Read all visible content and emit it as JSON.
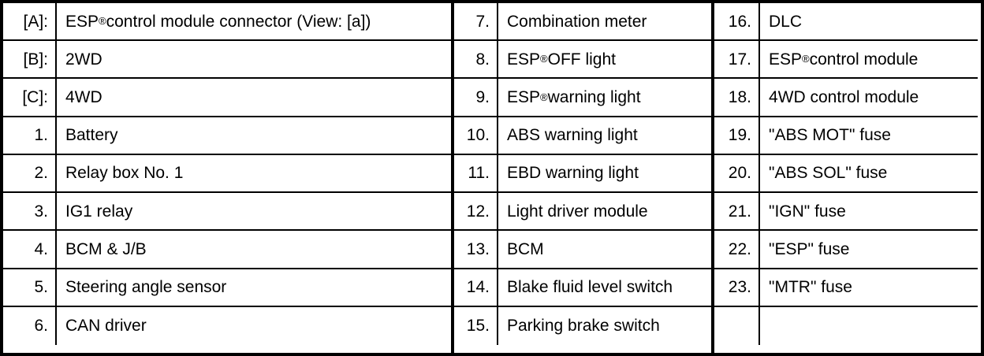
{
  "legend": {
    "columns": [
      {
        "id": "left",
        "rows": [
          {
            "num": "[A]:",
            "label": "ESP® control module connector (View: [a])",
            "has_reg": true,
            "reg_parts": [
              "ESP",
              " control module connector (View: [a])"
            ]
          },
          {
            "num": "[B]:",
            "label": "2WD",
            "has_reg": false
          },
          {
            "num": "[C]:",
            "label": "4WD",
            "has_reg": false
          },
          {
            "num": "1.",
            "label": "Battery",
            "has_reg": false
          },
          {
            "num": "2.",
            "label": "Relay box No. 1",
            "has_reg": false
          },
          {
            "num": "3.",
            "label": "IG1 relay",
            "has_reg": false
          },
          {
            "num": "4.",
            "label": "BCM & J/B",
            "has_reg": false
          },
          {
            "num": "5.",
            "label": "Steering angle sensor",
            "has_reg": false
          },
          {
            "num": "6.",
            "label": "CAN driver",
            "has_reg": false
          }
        ]
      },
      {
        "id": "middle",
        "rows": [
          {
            "num": "7.",
            "label": "Combination meter",
            "has_reg": false
          },
          {
            "num": "8.",
            "label": "ESP® OFF light",
            "has_reg": true,
            "reg_parts": [
              "ESP",
              " OFF light"
            ]
          },
          {
            "num": "9.",
            "label": "ESP® warning light",
            "has_reg": true,
            "reg_parts": [
              "ESP",
              " warning light"
            ]
          },
          {
            "num": "10.",
            "label": "ABS warning light",
            "has_reg": false
          },
          {
            "num": "11.",
            "label": "EBD warning light",
            "has_reg": false
          },
          {
            "num": "12.",
            "label": "Light driver module",
            "has_reg": false
          },
          {
            "num": "13.",
            "label": "BCM",
            "has_reg": false
          },
          {
            "num": "14.",
            "label": "Blake fluid level switch",
            "has_reg": false
          },
          {
            "num": "15.",
            "label": "Parking brake switch",
            "has_reg": false
          }
        ]
      },
      {
        "id": "right",
        "rows": [
          {
            "num": "16.",
            "label": "DLC",
            "has_reg": false
          },
          {
            "num": "17.",
            "label": "ESP® control module",
            "has_reg": true,
            "reg_parts": [
              "ESP",
              " control module"
            ]
          },
          {
            "num": "18.",
            "label": "4WD control module",
            "has_reg": false
          },
          {
            "num": "19.",
            "label": "\"ABS MOT\" fuse",
            "has_reg": false
          },
          {
            "num": "20.",
            "label": "\"ABS SOL\" fuse",
            "has_reg": false
          },
          {
            "num": "21.",
            "label": "\"IGN\" fuse",
            "has_reg": false
          },
          {
            "num": "22.",
            "label": "\"ESP\" fuse",
            "has_reg": false
          },
          {
            "num": "23.",
            "label": "\"MTR\" fuse",
            "has_reg": false
          },
          {
            "num": "",
            "label": "",
            "has_reg": false
          }
        ]
      }
    ]
  },
  "style": {
    "text_color": "#000000",
    "background_color": "#ffffff",
    "border_color": "#000000"
  }
}
